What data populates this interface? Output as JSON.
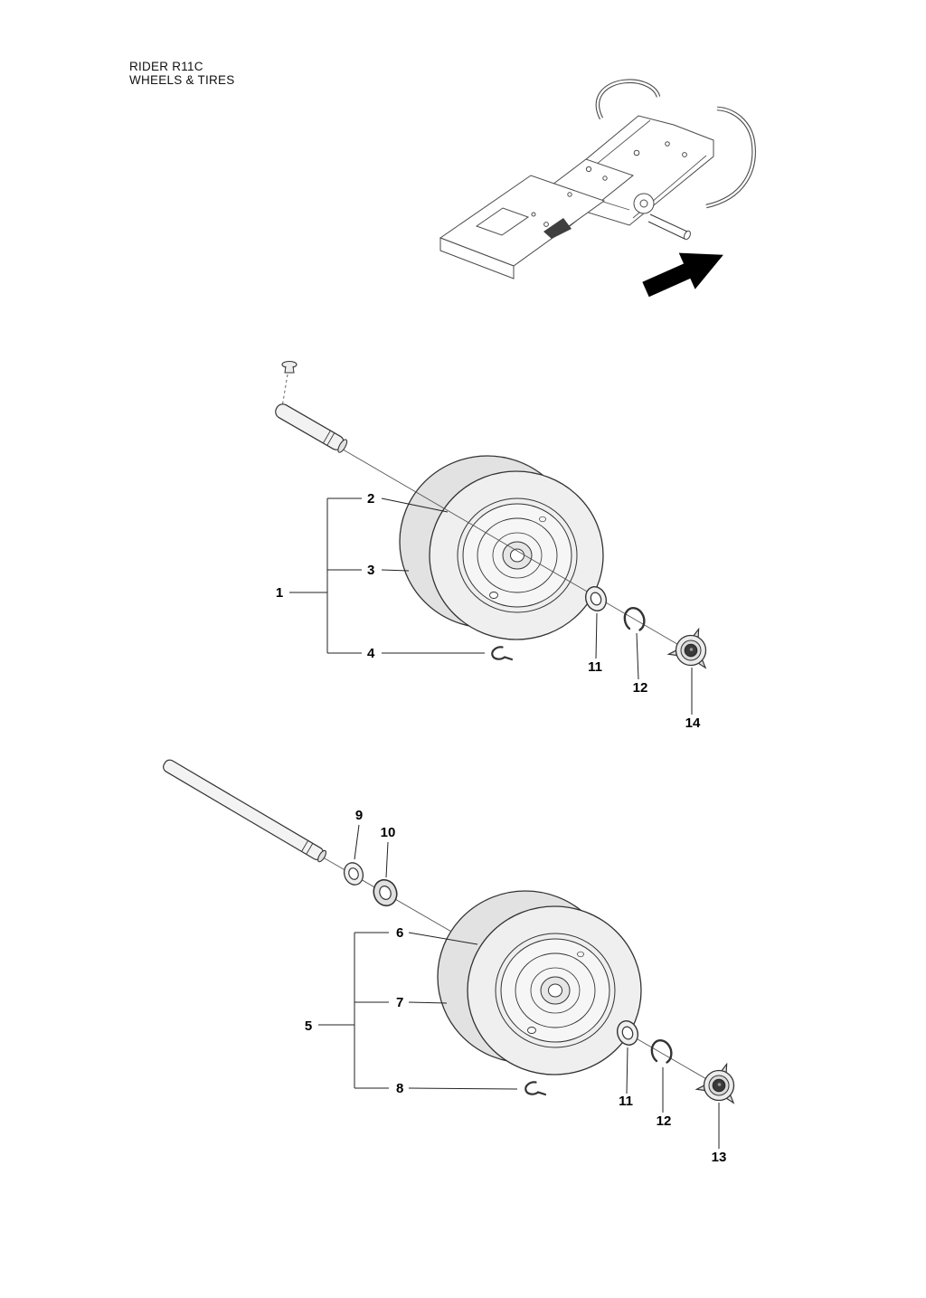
{
  "header": {
    "model": "RIDER R11C",
    "section": "WHEELS & TIRES"
  },
  "upper_assembly": {
    "callouts": {
      "n1": "1",
      "n2": "2",
      "n3": "3",
      "n4": "4",
      "n11": "11",
      "n12": "12",
      "n14": "14"
    }
  },
  "lower_assembly": {
    "callouts": {
      "n5": "5",
      "n6": "6",
      "n7": "7",
      "n8": "8",
      "n9": "9",
      "n10": "10",
      "n11": "11",
      "n12": "12",
      "n13": "13"
    }
  },
  "colors": {
    "line": "#333333",
    "part_fill": "#ececec",
    "arrow": "#000000",
    "background": "#ffffff"
  }
}
